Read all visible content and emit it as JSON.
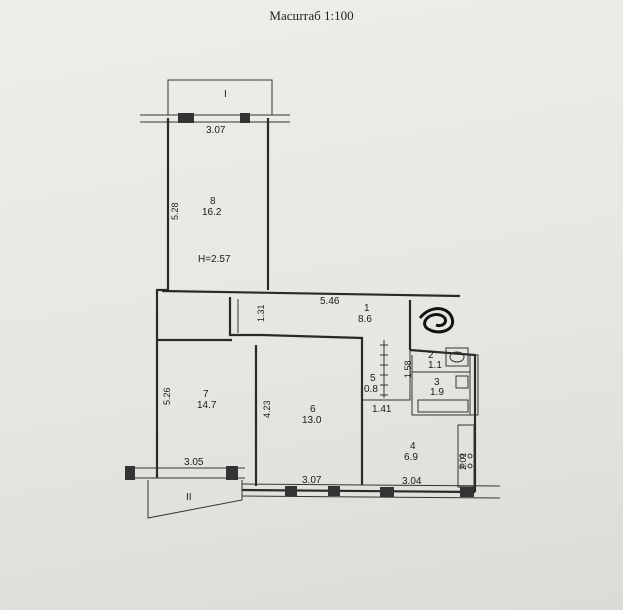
{
  "scale_label": "Масштаб 1:100",
  "height_label": "H=2.57",
  "balconies": [
    {
      "id": "balcony-top",
      "label": "I"
    },
    {
      "id": "balcony-bottom",
      "label": "II"
    }
  ],
  "rooms": [
    {
      "number": "1",
      "area": "8.6"
    },
    {
      "number": "2",
      "area": "1.1"
    },
    {
      "number": "3",
      "area": "1.9"
    },
    {
      "number": "4",
      "area": "6.9"
    },
    {
      "number": "5",
      "area": "0.8"
    },
    {
      "number": "6",
      "area": "13.0"
    },
    {
      "number": "7",
      "area": "14.7"
    },
    {
      "number": "8",
      "area": "16.2"
    }
  ],
  "dimensions": {
    "top_window": "3.07",
    "room8_height": "5.28",
    "hall_length": "5.46",
    "hall_depth": "1.31",
    "room7_height": "5.26",
    "room6_height": "4.23",
    "bath_depth": "1.58",
    "closet_width": "1.41",
    "kitchen_depth": "2.01",
    "room7_width": "3.05",
    "room6_width": "3.07",
    "kitchen_width": "3.04"
  }
}
